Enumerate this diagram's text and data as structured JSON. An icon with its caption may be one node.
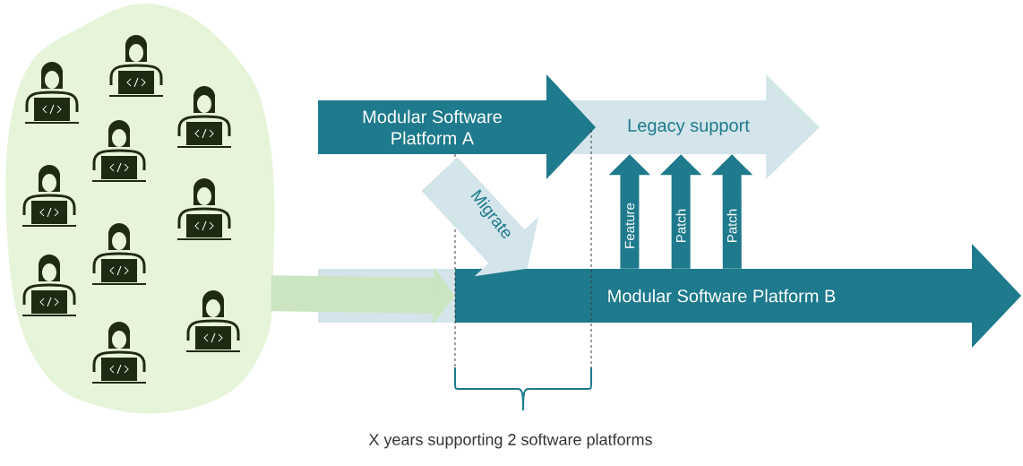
{
  "diagram": {
    "nodes": [
      {
        "text": [],
        "shape": "cloud"
      },
      {
        "text": [
          "Modular Software Platform A"
        ]
      },
      {
        "text": [
          "Legacy support"
        ]
      },
      {
        "text": [
          "Modular Software Platform B"
        ]
      }
    ],
    "edges": [
      {
        "from": 0,
        "to": 3,
        "arrow": "to",
        "style": "thick",
        "color": "#cbe5c2"
      },
      {
        "from": 1,
        "to": 3,
        "arrow": "to",
        "label": "Migrate",
        "style": "thick",
        "color": "#d3e5ea"
      },
      {
        "from": 3,
        "to": 2,
        "arrow": "to",
        "label": "Feature"
      },
      {
        "from": 3,
        "to": 2,
        "arrow": "to",
        "label": "Patch"
      },
      {
        "from": 3,
        "to": 2,
        "arrow": "to",
        "label": "Patch"
      }
    ],
    "labels": [
      "X years supporting 2 software platforms"
    ]
  }
}
